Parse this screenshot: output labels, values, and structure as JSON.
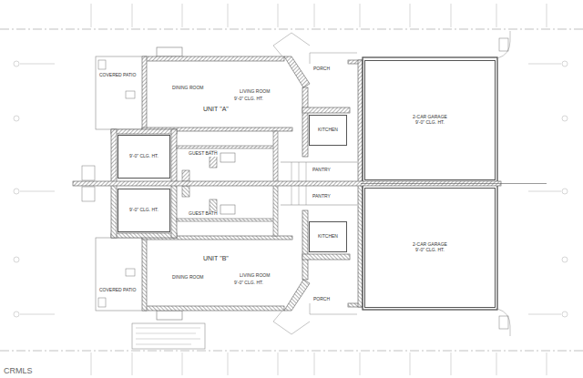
{
  "diagram": {
    "nodes": [
      {
        "text": [
          "2-CAR GARAGE",
          "9'-0\" CLG. HT."
        ]
      },
      {
        "text": [
          "2-CAR GARAGE",
          "9'-0\" CLG. HT."
        ]
      },
      {
        "text": [
          "KITCHEN"
        ]
      },
      {
        "text": [
          "KITCHEN"
        ]
      },
      {
        "text": [
          "9'-0\" CLG. HT."
        ]
      },
      {
        "text": [
          "9'-0\" CLG. HT."
        ]
      }
    ],
    "labels": [
      "UNIT \"A\"",
      "DINING ROOM",
      "LIVING ROOM",
      "9'-0\" CLG. HT.",
      "COVERED PATIO",
      "PORCH",
      "GUEST BATH",
      "UNIT \"B\"",
      "DINING ROOM",
      "LIVING ROOM",
      "9'-0\" CLG. HT.",
      "COVERED PATIO",
      "PORCH",
      "GUEST BATH",
      "PANTRY",
      "PANTRY",
      "CRMLS"
    ]
  }
}
